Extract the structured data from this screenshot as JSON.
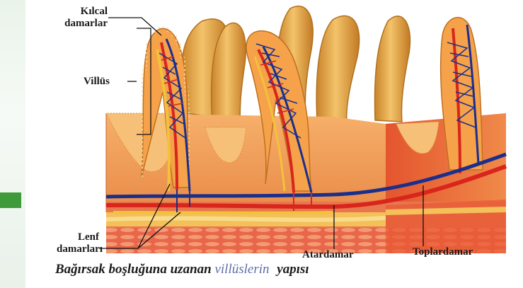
{
  "labels": {
    "kilcal_line1": "Kılcal",
    "kilcal_line2": "damarlar",
    "villus": "Villüs",
    "lenf_line1": "Lenf",
    "lenf_line2": "damarları",
    "atardamar": "Atardamar",
    "toplardamar": "Toplardamar"
  },
  "caption": {
    "part1": "Bağırsak boşluğuna uzanan",
    "part2": "villüslerin",
    "part3": "yapısı"
  },
  "colors": {
    "villus_fill": "#e8a640",
    "tissue": "#f0a060",
    "artery": "#d8261c",
    "vein": "#1a2f8c",
    "lymph": "#f2c23a",
    "accent": "#3f9a3a"
  }
}
